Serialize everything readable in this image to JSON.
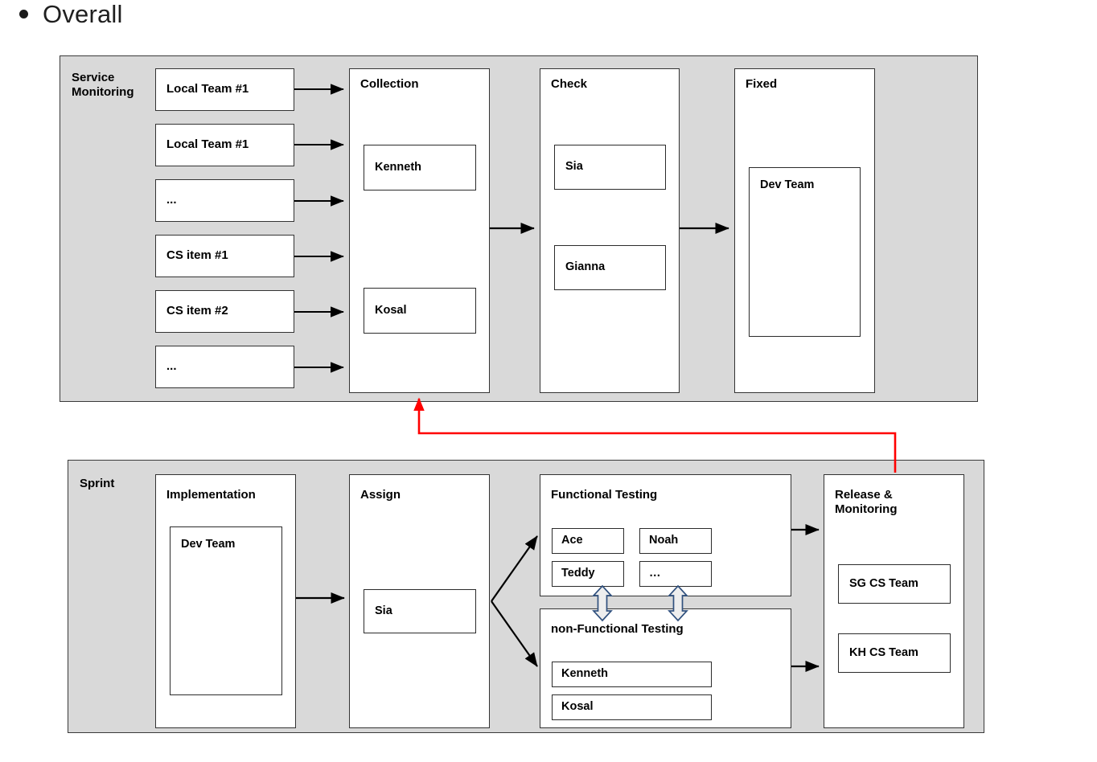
{
  "slide": {
    "bullet_label": "Overall",
    "bullet_icon": "bullet-dot"
  },
  "colors": {
    "panel_fill": "#d9d9d9",
    "panel_border": "#3a3a3a",
    "box_fill": "#ffffff",
    "box_border": "#333333",
    "arrow": "#000000",
    "feedback_arrow": "#ff0000",
    "sync_arrow_stroke": "#31517e",
    "sync_arrow_fill": "#eeeeee"
  },
  "service_monitoring": {
    "label": "Service\nMonitoring",
    "sources": [
      {
        "label": "Local Team #1"
      },
      {
        "label": "Local Team #1"
      },
      {
        "label": "..."
      },
      {
        "label": "CS item #1"
      },
      {
        "label": "CS item #2"
      },
      {
        "label": "..."
      }
    ],
    "stages": [
      {
        "title": "Collection",
        "members": [
          "Kenneth",
          "Kosal"
        ]
      },
      {
        "title": "Check",
        "members": [
          "Sia",
          "Gianna"
        ]
      },
      {
        "title": "Fixed",
        "members": [
          "Dev Team"
        ]
      }
    ]
  },
  "sprint": {
    "label": "Sprint",
    "stages": [
      {
        "title": "Implementation",
        "members": [
          "Dev Team"
        ]
      },
      {
        "title": "Assign",
        "members": [
          "Sia"
        ]
      },
      {
        "title": "Functional Testing",
        "members": [
          "Ace",
          "Noah",
          "Teddy",
          "…"
        ]
      },
      {
        "title": "non-Functional Testing",
        "members": [
          "Kenneth",
          "Kosal"
        ]
      },
      {
        "title": "Release &\nMonitoring",
        "members": [
          "SG CS Team",
          "KH CS Team"
        ]
      }
    ]
  }
}
